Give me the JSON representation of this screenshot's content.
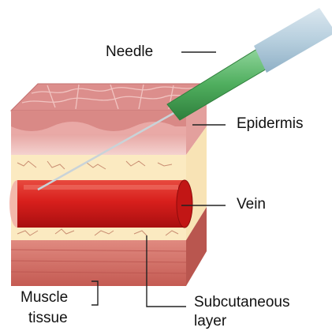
{
  "labels": {
    "needle": "Needle",
    "epidermis": "Epidermis",
    "vein": "Vein",
    "muscle_line1": "Muscle",
    "muscle_line2": "tissue",
    "subcutaneous_line1": "Subcutaneous",
    "subcutaneous_line2": "layer"
  },
  "colors": {
    "epidermis_top": "#dc8e8c",
    "epidermis_crack": "#e9b5b2",
    "dermis_pink": "#f0c8c6",
    "dermis_edge": "#c4716f",
    "subcutaneous_fat": "#fbeac1",
    "fat_veins": "#c98e72",
    "muscle": "#cf6e66",
    "muscle_stripe": "#b8504b",
    "vein_red": "#d81f1c",
    "vein_dark": "#a80f10",
    "needle_body": "#4fae5e",
    "syringe_barrel": "#b7cfde",
    "leader_line": "#222222"
  }
}
